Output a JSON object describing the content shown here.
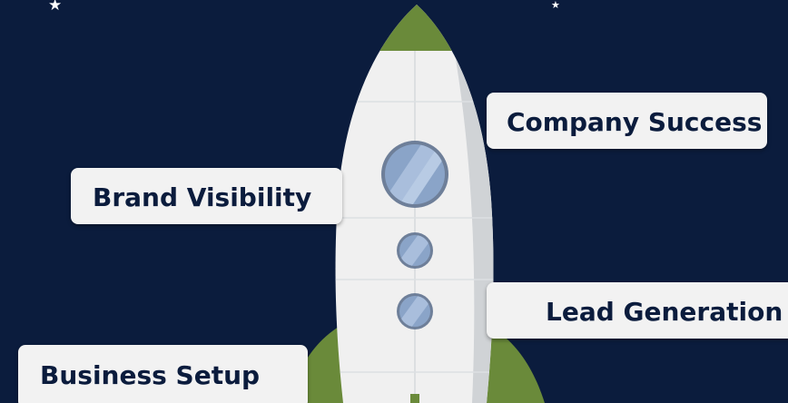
{
  "colors": {
    "background": "#0b1c3d",
    "rocket_body": "#f0f0f0",
    "rocket_shade": "#d0d3d6",
    "rocket_accent": "#6a8a3a",
    "window": "#8aa4c8",
    "window_rim": "#6e7f99",
    "label_bg": "#f2f2f2",
    "label_text": "#0b1c3d"
  },
  "icons": [
    "star-icon",
    "rocket-icon",
    "porthole-icon"
  ],
  "labels": {
    "company_success": "Company Success",
    "brand_visibility": "Brand Visibility",
    "lead_generation": "Lead Generation",
    "business_setup": "Business Setup"
  }
}
